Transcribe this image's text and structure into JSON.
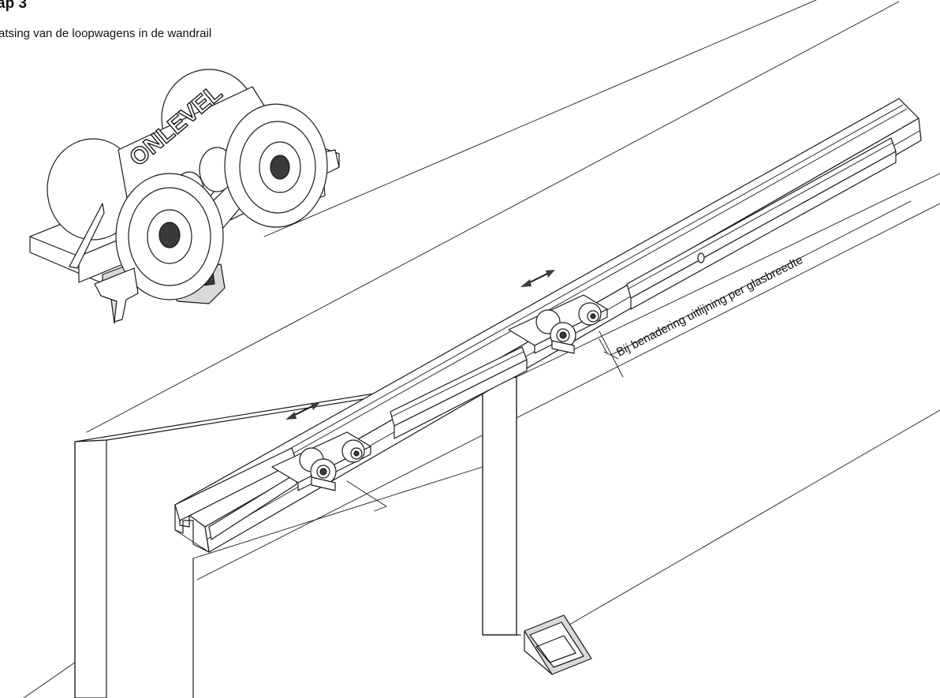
{
  "header": {
    "step_title": "ap 3",
    "step_subtitle": "atsing van de loopwagens in de wandrail"
  },
  "diagram": {
    "dimension_label": "Bij benadering uitlijning per glasbreedte",
    "carriage_brand_text": "ONLEVEL",
    "adjust_arrows": 2
  },
  "colors": {
    "line": "#1a1a1a",
    "shade": "#d9d9d9",
    "dark": "#3a3a3a",
    "background": "#ffffff"
  }
}
